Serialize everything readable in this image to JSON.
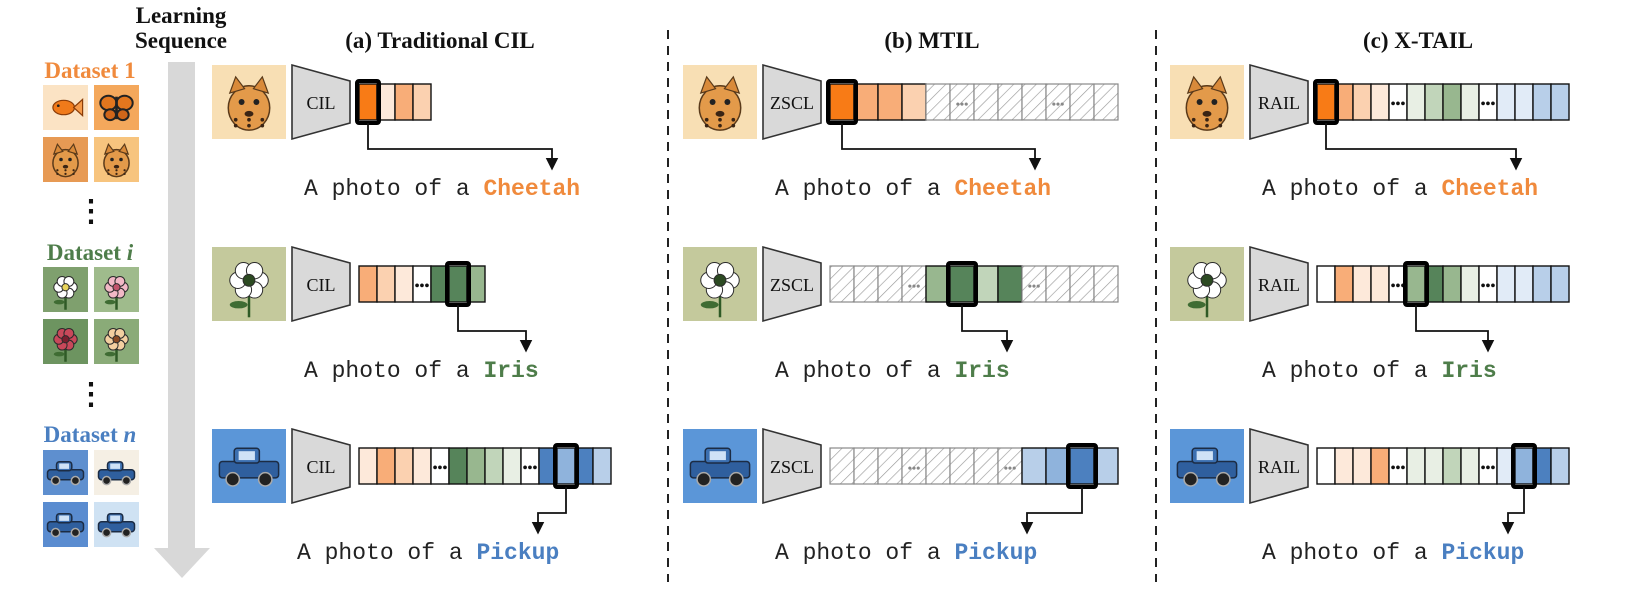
{
  "sequence_label": [
    "Learning",
    "Sequence"
  ],
  "ellipsis": "⋮",
  "datasets": [
    {
      "name": "Dataset 1",
      "color": "#f08a3c",
      "thumbs": [
        {
          "icon": "goldfish-icon",
          "bg": "#fbe3c4"
        },
        {
          "icon": "butterfly-icon",
          "bg": "#f4a85c"
        },
        {
          "icon": "tiger-icon",
          "bg": "#e79a54"
        },
        {
          "icon": "fox-icon",
          "bg": "#f7c47e"
        }
      ]
    },
    {
      "name": "Dataset ",
      "name_italic": "i",
      "color": "#4e7d4a",
      "thumbs": [
        {
          "icon": "peony-icon",
          "bg": "#7fa06e"
        },
        {
          "icon": "cherry-blossom-icon",
          "bg": "#9fbb8c"
        },
        {
          "icon": "rose-icon",
          "bg": "#6d9460"
        },
        {
          "icon": "sunflower-icon",
          "bg": "#8aab78"
        }
      ]
    },
    {
      "name": "Dataset ",
      "name_italic": "n",
      "color": "#4a7fc1",
      "thumbs": [
        {
          "icon": "suv-icon",
          "bg": "#5e8fcf"
        },
        {
          "icon": "jeep-icon",
          "bg": "#f5efe4"
        },
        {
          "icon": "sports-car-icon",
          "bg": "#5a8cd0"
        },
        {
          "icon": "sedan-icon",
          "bg": "#cfe2f3"
        }
      ]
    }
  ],
  "panels": [
    {
      "title": "(a) Traditional CIL",
      "model": "CIL"
    },
    {
      "title": "(b) MTIL",
      "model": "ZSCL"
    },
    {
      "title": "(c) X-TAIL",
      "model": "RAIL"
    }
  ],
  "dots_label": "•••",
  "caption_prefix": "A photo of a ",
  "classes": [
    {
      "name": "Cheetah",
      "color": "#f08a3c",
      "icon": "cheetah-icon",
      "bg": "#f8dfb4"
    },
    {
      "name": "Iris",
      "color": "#4e7d4a",
      "icon": "iris-icon",
      "bg": "#c4c99c"
    },
    {
      "name": "Pickup",
      "color": "#4a7fc1",
      "icon": "pickup-truck-icon",
      "bg": "#5b96d8"
    }
  ],
  "colors": {
    "orange": [
      "#f87b16",
      "#f8ad78",
      "#fbd1b0",
      "#fde9da"
    ],
    "green": [
      "#56845a",
      "#98b78f",
      "#c1d5ba",
      "#e8efe4"
    ],
    "blue": [
      "#4c80bf",
      "#8fb3dc",
      "#b8cfe9",
      "#e1ebf7"
    ],
    "encoder_fill": "#d9d9d9",
    "hatch": "#9a9a9a"
  }
}
